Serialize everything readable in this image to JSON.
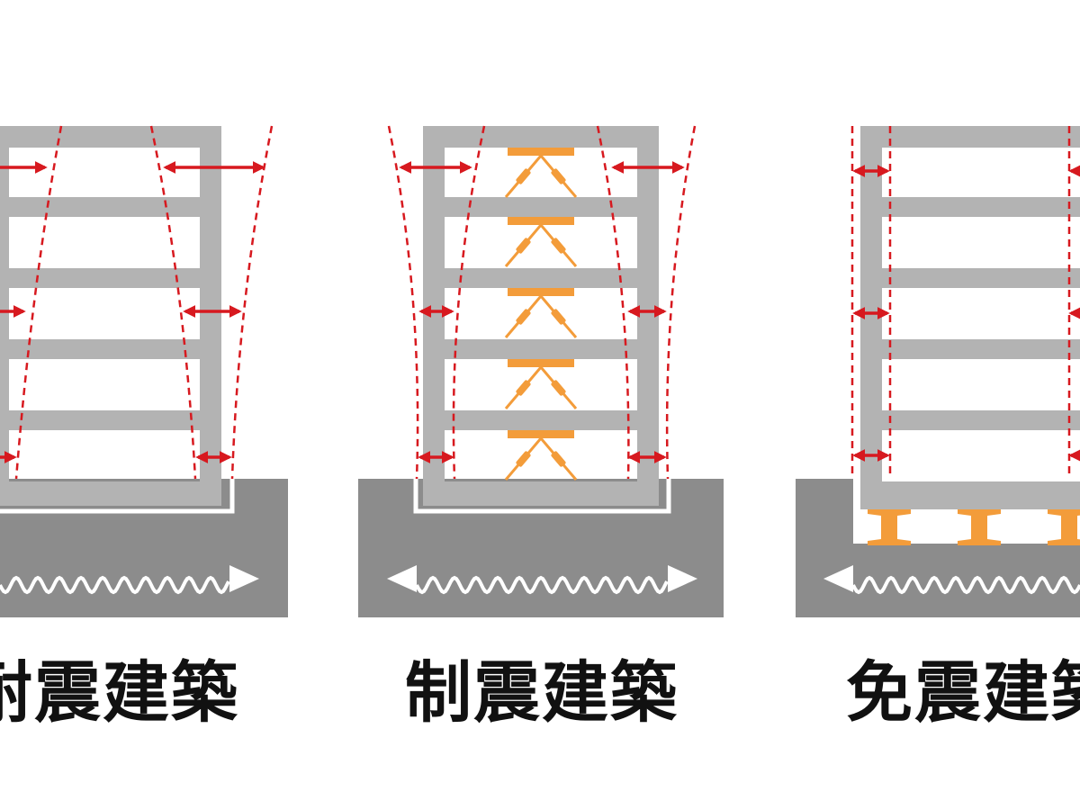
{
  "captions": {
    "left": "耐震建築",
    "middle": "制震建築",
    "right": "免震建築"
  },
  "colors": {
    "structure": "#b3b3b3",
    "ground": "#8c8c8c",
    "displacement": "#d7191f",
    "damper": "#f39c3a",
    "wave": "#ffffff",
    "text": "#111111"
  }
}
